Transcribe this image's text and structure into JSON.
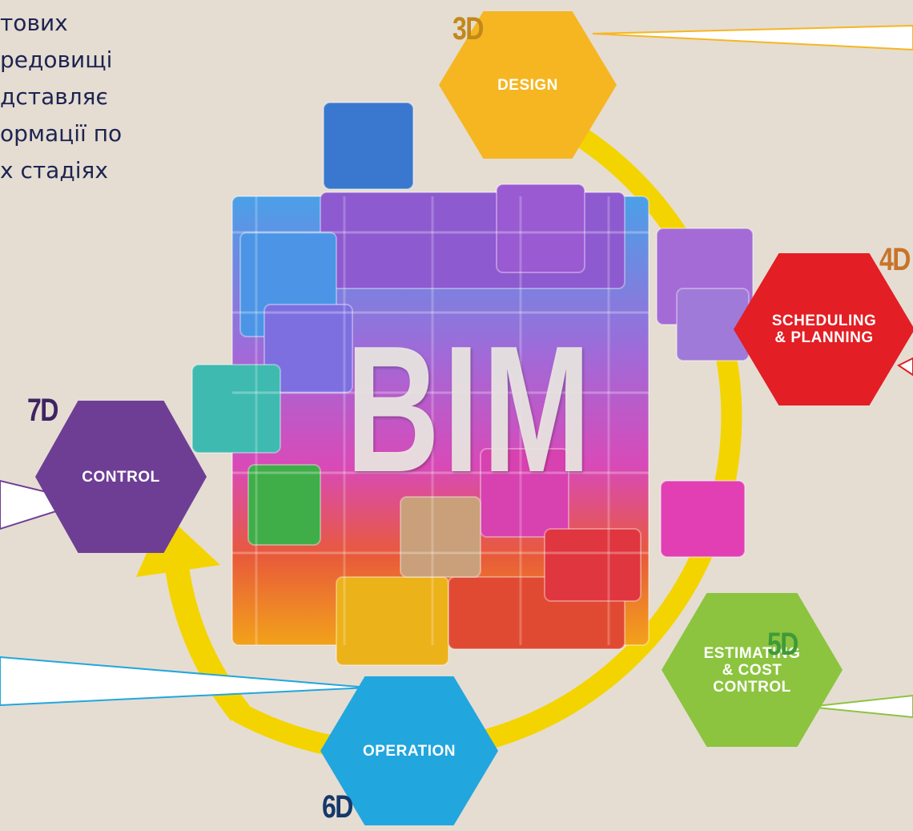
{
  "body_text": [
    "тових",
    "редовищі",
    "дставляє",
    "ормації по",
    "х стадіях"
  ],
  "center_label": "BIM",
  "stages": [
    {
      "dim": "3D",
      "label": "DESIGN",
      "color": "#f6b621",
      "dim_color": "#c2881a"
    },
    {
      "dim": "4D",
      "label": "SCHEDULING\n& PLANNING",
      "color": "#e31e24",
      "dim_color": "#c7742a"
    },
    {
      "dim": "5D",
      "label": "ESTIMATING\n& COST\nCONTROL",
      "color": "#8cc43f",
      "dim_color": "#3f9a39"
    },
    {
      "dim": "6D",
      "label": "OPERATION",
      "color": "#22a6de",
      "dim_color": "#16386a"
    },
    {
      "dim": "7D",
      "label": "CONTROL",
      "color": "#6e3e95",
      "dim_color": "#3e2462"
    }
  ],
  "colors": {
    "ring": "#f4d400",
    "background": "#e5ddd2",
    "body_text": "#1d2450"
  }
}
